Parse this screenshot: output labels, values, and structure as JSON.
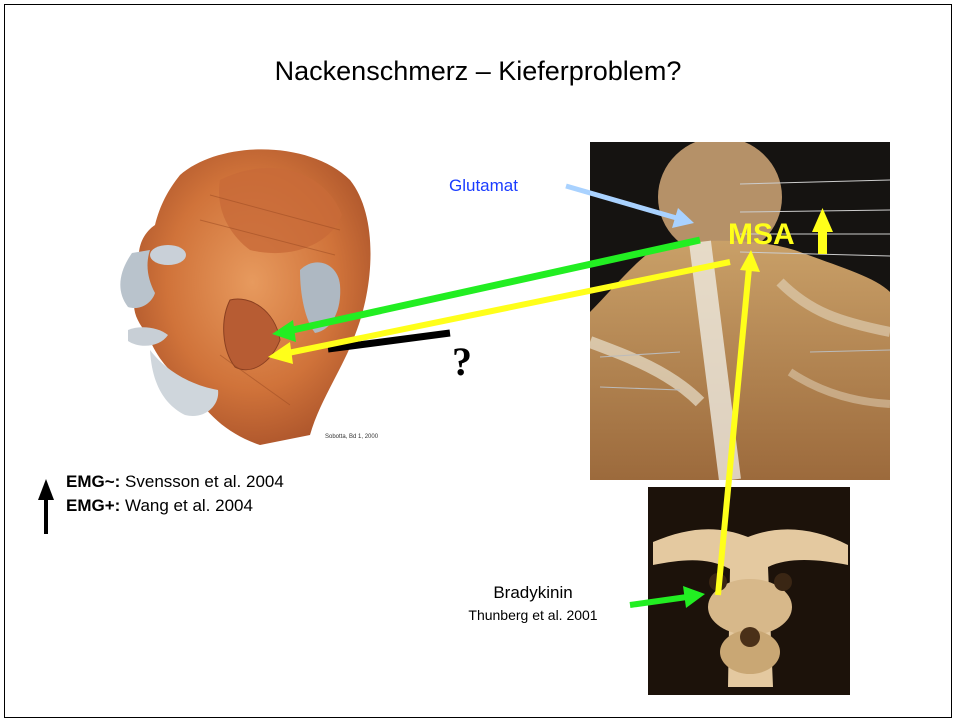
{
  "slide": {
    "title": "Nackenschmerz – Kieferproblem?",
    "label_glutamat": "Glutamat",
    "label_msa": "MSA",
    "question_mark": "?",
    "references": [
      {
        "tag": "EMG~:",
        "text": " Svensson et al. 2004"
      },
      {
        "tag": "EMG+:",
        "text": " Wang et al. 2004"
      }
    ],
    "bradykinin": {
      "name": "Bradykinin",
      "citation": "Thunberg et al. 2001"
    },
    "head_image_credit": "Sobotta, Bd 1, 2000"
  },
  "colors": {
    "yellow": "#ffff1a",
    "green": "#22ee22",
    "light_blue": "#a9d2ff",
    "black": "#000000",
    "blue_text": "#1a3cff"
  },
  "icons": [
    "up-arrow-icon",
    "head-anatomy-image",
    "neck-anatomy-image",
    "vertebra-image"
  ]
}
